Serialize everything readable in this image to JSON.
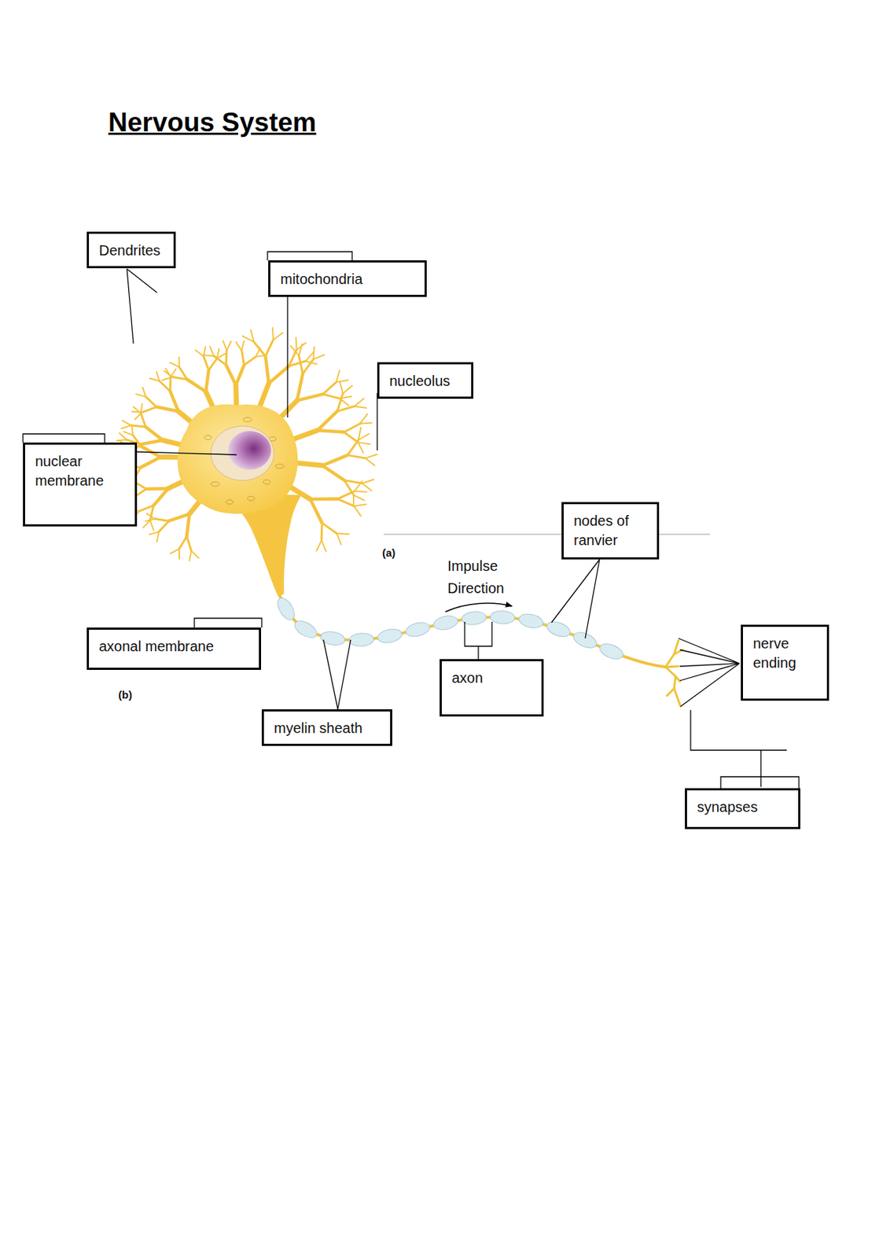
{
  "diagram": {
    "title": "Nervous System",
    "nodes": [
      {
        "text": [
          "Dendrites"
        ]
      },
      {
        "text": [
          "mitochondria"
        ]
      },
      {
        "text": [
          "nucleolus"
        ]
      },
      {
        "text": [
          "nuclear membrane"
        ]
      },
      {
        "text": [
          "nodes of ranvier"
        ]
      },
      {
        "text": [
          "axonal membrane"
        ]
      },
      {
        "text": [
          "nerve ending"
        ]
      },
      {
        "text": [
          "axon"
        ]
      },
      {
        "text": [
          "myelin sheath"
        ]
      },
      {
        "text": [
          "synapses"
        ]
      }
    ],
    "labels": [
      "Impulse Direction",
      "(a)",
      "(b)"
    ]
  }
}
